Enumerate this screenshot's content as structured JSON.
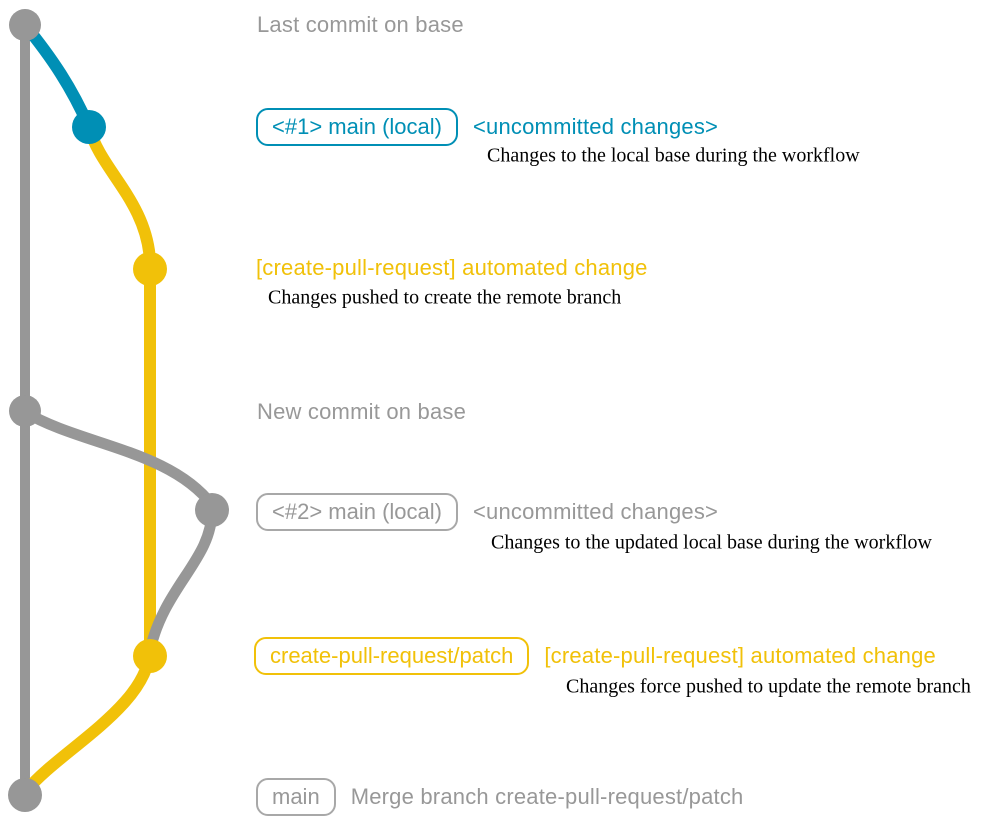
{
  "colors": {
    "gray": "#979797",
    "blue": "#008fb5",
    "yellow": "#f1c109",
    "description_text": "#000000"
  },
  "graph": {
    "commit_dots": [
      "base-top",
      "main-local-1",
      "patch-1",
      "base-new",
      "main-local-2",
      "patch-2",
      "base-merge"
    ]
  },
  "rows": {
    "r1": {
      "label": "Last commit on base"
    },
    "r2": {
      "badge": "<#1> main (local)",
      "title": "<uncommitted changes>",
      "desc": "Changes to the local base during the workflow"
    },
    "r3": {
      "title": "[create-pull-request] automated change",
      "desc": "Changes pushed to create the remote branch"
    },
    "r4": {
      "label": "New commit on base"
    },
    "r5": {
      "badge": "<#2> main (local)",
      "title": "<uncommitted changes>",
      "desc": "Changes to the updated local base during the workflow"
    },
    "r6": {
      "badge": "create-pull-request/patch",
      "title": "[create-pull-request] automated change",
      "desc": "Changes force pushed to update the remote branch"
    },
    "r7": {
      "badge": "main",
      "label": "Merge branch create-pull-request/patch"
    }
  }
}
